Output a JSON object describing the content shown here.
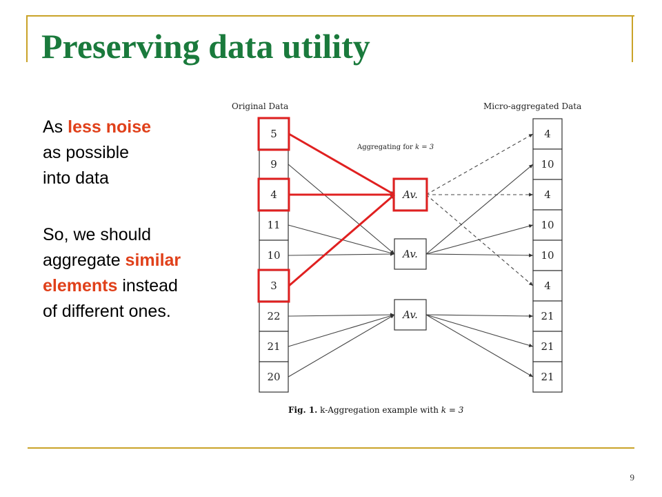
{
  "slide": {
    "title": "Preserving data utility",
    "page_number": "9",
    "paragraph1": {
      "line1_prefix": "As ",
      "line1_highlight": "less noise",
      "line2": "as possible",
      "line3": "into data"
    },
    "paragraph2": {
      "line1": "So, we should",
      "line2_prefix": "aggregate ",
      "line2_highlight": "similar",
      "line3_highlight": "elements",
      "line3_suffix": " instead",
      "line4": "of different ones."
    },
    "colors": {
      "title": "#1a7a3c",
      "highlight": "#e0401a",
      "frame": "#c9a227",
      "annotation": "#e02020"
    }
  },
  "diagram": {
    "original_label": "Original Data",
    "aggregated_label": "Micro-aggregated Data",
    "note_prefix": "Aggregating for ",
    "note_math": "k = 3",
    "original_values": [
      "5",
      "9",
      "4",
      "11",
      "10",
      "3",
      "22",
      "21",
      "20"
    ],
    "aggregated_values": [
      "4",
      "10",
      "4",
      "10",
      "10",
      "4",
      "21",
      "21",
      "21"
    ],
    "aggregator_label": "Av.",
    "caption_bold": "Fig. 1.",
    "caption_text": " k-Aggregation example with ",
    "caption_math": "k = 3",
    "highlighted_original_indices": [
      0,
      2,
      5
    ]
  }
}
